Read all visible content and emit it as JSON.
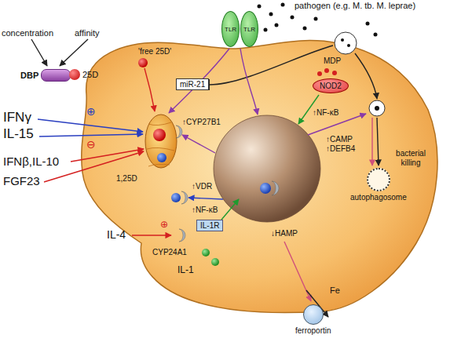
{
  "diagram": {
    "nodes": [
      {
        "text": [
          "DBP"
        ]
      },
      {
        "text": [
          "25D"
        ]
      },
      {
        "text": [
          "miR-21"
        ]
      },
      {
        "text": [
          "TLR"
        ]
      },
      {
        "text": [
          "TLR"
        ]
      },
      {
        "text": [
          "NOD2"
        ]
      },
      {
        "text": [
          "IL-1R"
        ]
      },
      {
        "text": [
          "ferroportin"
        ]
      },
      {
        "text": [
          "autophagosome"
        ]
      }
    ],
    "labels": [
      "pathogen (e.g. M. tb. M. leprae)",
      "concentration",
      "affinity",
      "'free 25D'",
      "↑CYP27B1",
      "IFNγ",
      "IL-15",
      "⊕",
      "IFNβ,IL-10",
      "FGF23",
      "⊖",
      "1,25D",
      "↑VDR",
      "IL-4",
      "⊕",
      "CYP24A1",
      "↑NF-κB",
      "IL-1",
      "↑NF-κB",
      "MDP",
      "↑CAMP",
      "↑DEFB4",
      "bacterial killing",
      "↓HAMP",
      "Fe"
    ]
  }
}
